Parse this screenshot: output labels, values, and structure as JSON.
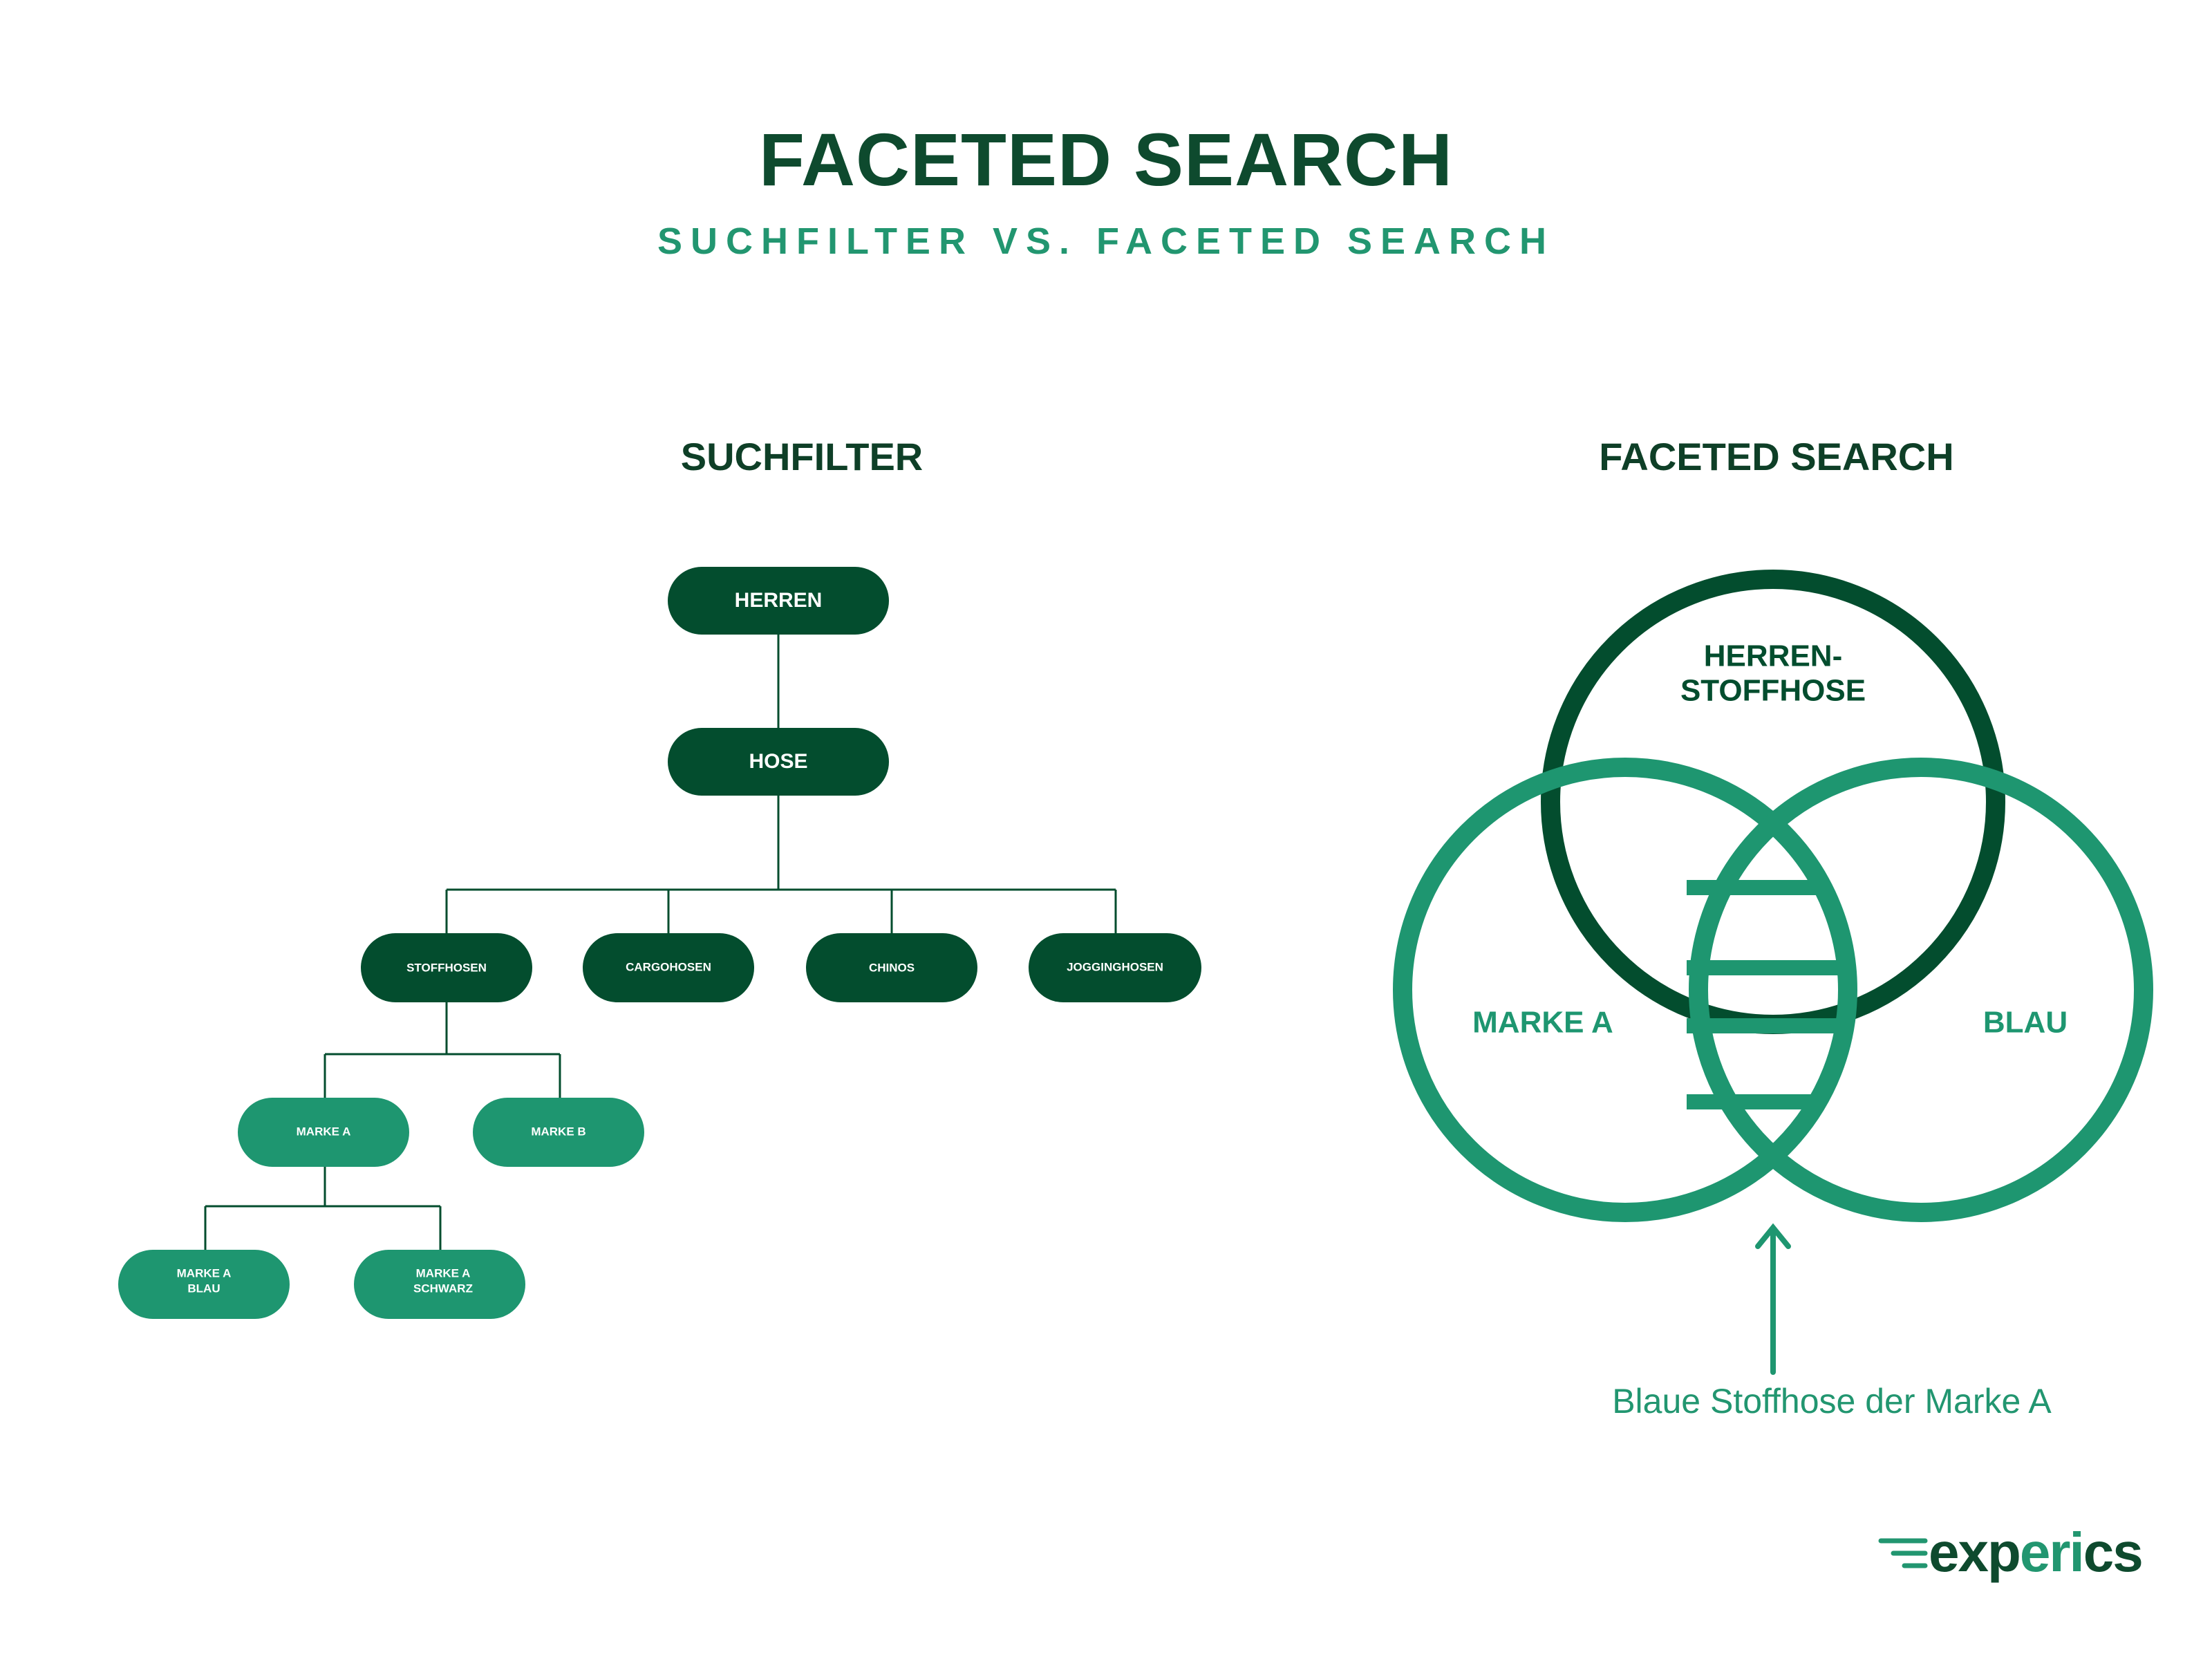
{
  "header": {
    "title": "FACETED SEARCH",
    "subtitle": "SUCHFILTER VS. FACETED SEARCH"
  },
  "colors": {
    "dark_green": "#034d2e",
    "light_green": "#1e9670",
    "title_green": "#0e4a2e",
    "accent_green": "#229670"
  },
  "suchfilter": {
    "heading": "SUCHFILTER",
    "nodes": {
      "herren": "HERREN",
      "hose": "HOSE",
      "stoffhosen": "STOFFHOSEN",
      "cargohosen": "CARGOHOSEN",
      "chinos": "CHINOS",
      "jogginghosen": "JOGGINGHOSEN",
      "marke_a": "MARKE A",
      "marke_b": "MARKE B",
      "marke_a_blau": [
        "MARKE A",
        "BLAU"
      ],
      "marke_a_schwarz": [
        "MARKE A",
        "SCHWARZ"
      ]
    }
  },
  "faceted": {
    "heading": "FACETED SEARCH",
    "circle_top": [
      "HERREN-",
      "STOFFHOSE"
    ],
    "circle_left": "MARKE A",
    "circle_right": "BLAU",
    "caption": "Blaue Stoffhose der Marke A"
  },
  "logo": {
    "text_dark": "exp",
    "text_accent": "eri",
    "text_dark2": "cs",
    "icon": "speed-lines-icon"
  }
}
